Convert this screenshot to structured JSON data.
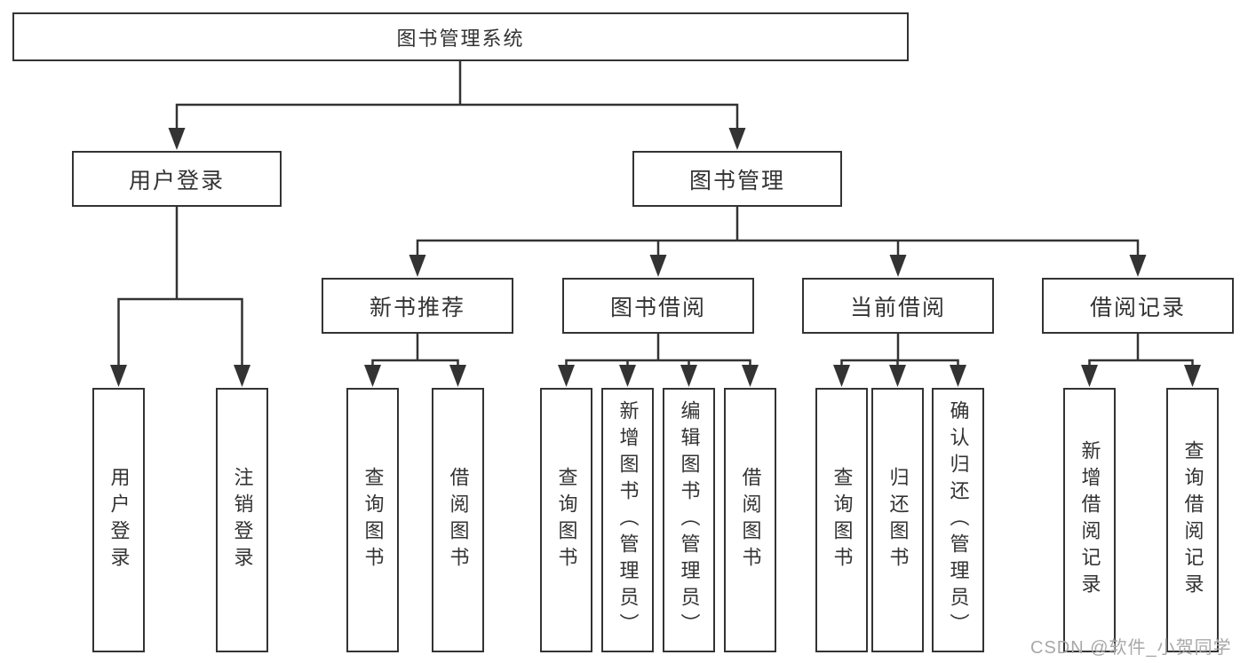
{
  "diagram": {
    "root": {
      "label": "图书管理系统"
    },
    "level2": [
      {
        "label": "用户登录"
      },
      {
        "label": "图书管理"
      }
    ],
    "level3": [
      {
        "label": "新书推荐",
        "parent": "图书管理"
      },
      {
        "label": "图书借阅",
        "parent": "图书管理"
      },
      {
        "label": "当前借阅",
        "parent": "图书管理"
      },
      {
        "label": "借阅记录",
        "parent": "图书管理"
      }
    ],
    "leaves": [
      {
        "label": "用户登录",
        "parent": "用户登录"
      },
      {
        "label": "注销登录",
        "parent": "用户登录"
      },
      {
        "label": "查询图书",
        "parent": "新书推荐"
      },
      {
        "label": "借阅图书",
        "parent": "新书推荐"
      },
      {
        "label": "查询图书",
        "parent": "图书借阅"
      },
      {
        "label": "新增图书（管理员）",
        "parent": "图书借阅"
      },
      {
        "label": "编辑图书（管理员）",
        "parent": "图书借阅"
      },
      {
        "label": "借阅图书",
        "parent": "图书借阅"
      },
      {
        "label": "查询图书",
        "parent": "当前借阅"
      },
      {
        "label": "归还图书",
        "parent": "当前借阅"
      },
      {
        "label": "确认归还（管理员）",
        "parent": "当前借阅"
      },
      {
        "label": "新增借阅记录",
        "parent": "借阅记录"
      },
      {
        "label": "查询借阅记录",
        "parent": "借阅记录"
      }
    ]
  },
  "watermark": {
    "text": "CSDN @软件_小贺同学"
  },
  "colors": {
    "line": "#333333",
    "text": "#333333",
    "watermark": "#a8a8a8",
    "background": "#ffffff"
  }
}
